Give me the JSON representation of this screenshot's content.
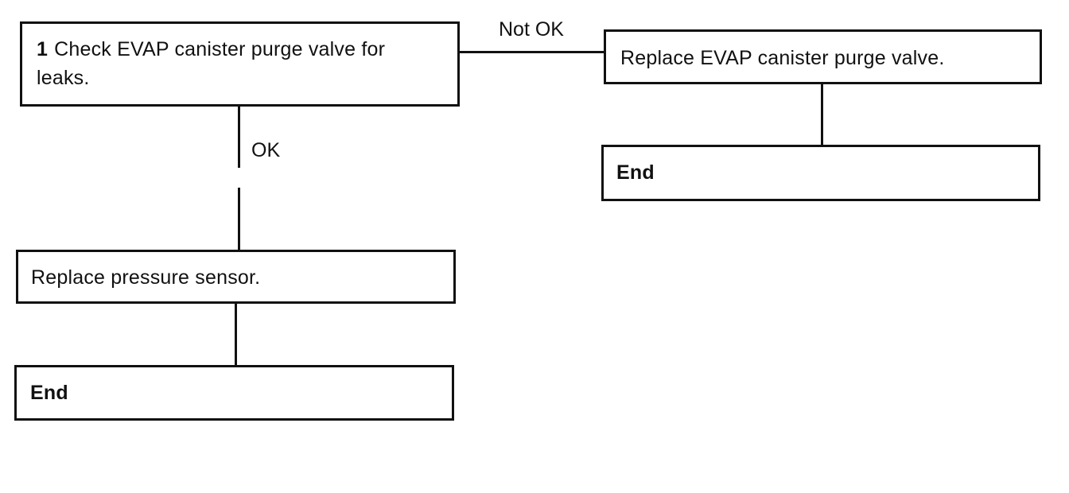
{
  "step1": {
    "number": "1",
    "text": "Check EVAP canister purge valve for leaks."
  },
  "branches": {
    "not_ok": "Not OK",
    "ok": "OK"
  },
  "not_ok_action": {
    "text": "Replace EVAP canister purge valve."
  },
  "not_ok_end": {
    "text": "End"
  },
  "ok_action": {
    "text": "Replace pressure sensor."
  },
  "ok_end": {
    "text": "End"
  }
}
